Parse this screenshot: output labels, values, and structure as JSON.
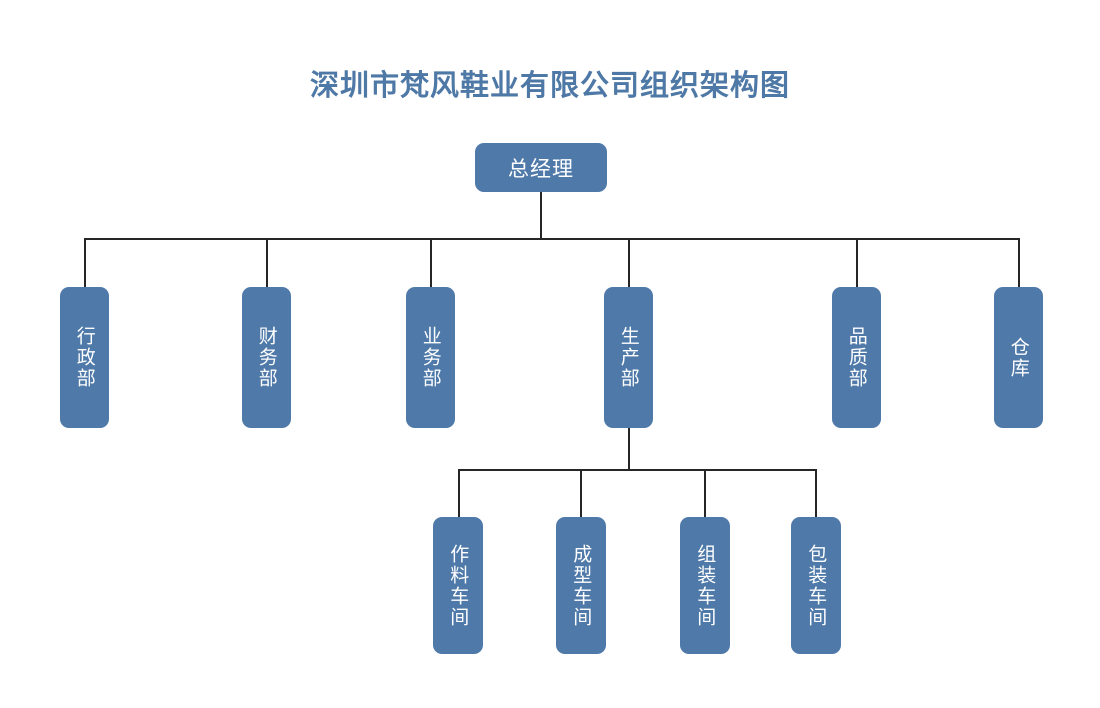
{
  "title": "深圳市梵风鞋业有限公司组织架构图",
  "colors": {
    "node_fill": "#4E79A8",
    "node_text": "#FFFFFF",
    "title_text": "#4E78A5",
    "connector": "#262626",
    "background": "#FFFFFF"
  },
  "chart_data": {
    "type": "diagram",
    "diagram_type": "organizational-chart",
    "title": "深圳市梵风鞋业有限公司组织架构图",
    "orientation": "top-down",
    "levels": 3,
    "root": {
      "id": "gm",
      "label": "总经理"
    },
    "departments": [
      {
        "id": "admin",
        "label": "行政部"
      },
      {
        "id": "finance",
        "label": "财务部"
      },
      {
        "id": "business",
        "label": "业务部"
      },
      {
        "id": "production",
        "label": "生产部"
      },
      {
        "id": "quality",
        "label": "品质部"
      },
      {
        "id": "warehouse",
        "label": "仓库"
      }
    ],
    "workshops": [
      {
        "id": "material",
        "label": "作料车间",
        "parent": "production"
      },
      {
        "id": "molding",
        "label": "成型车间",
        "parent": "production"
      },
      {
        "id": "assembly",
        "label": "组装车间",
        "parent": "production"
      },
      {
        "id": "packaging",
        "label": "包装车间",
        "parent": "production"
      }
    ],
    "edges": [
      {
        "from": "gm",
        "to": "admin"
      },
      {
        "from": "gm",
        "to": "finance"
      },
      {
        "from": "gm",
        "to": "business"
      },
      {
        "from": "gm",
        "to": "production"
      },
      {
        "from": "gm",
        "to": "quality"
      },
      {
        "from": "gm",
        "to": "warehouse"
      },
      {
        "from": "production",
        "to": "material"
      },
      {
        "from": "production",
        "to": "molding"
      },
      {
        "from": "production",
        "to": "assembly"
      },
      {
        "from": "production",
        "to": "packaging"
      }
    ]
  }
}
